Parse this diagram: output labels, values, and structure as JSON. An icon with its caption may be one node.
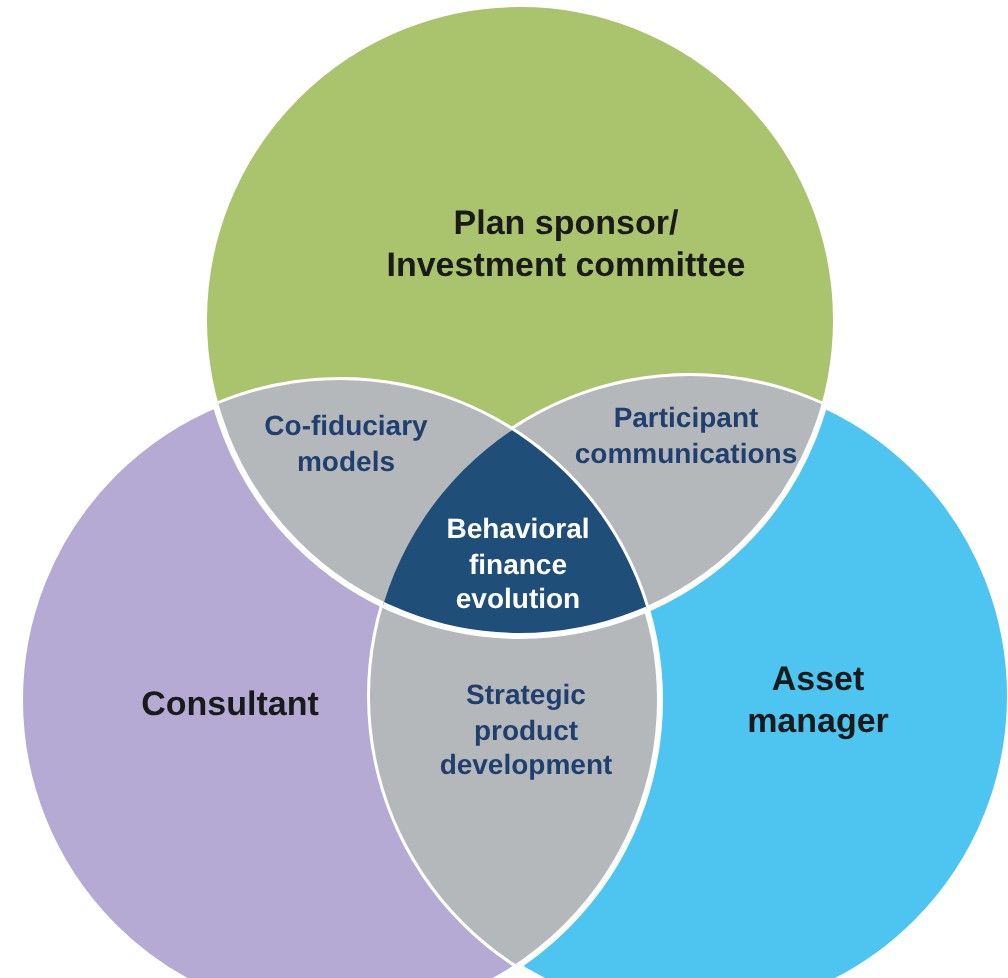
{
  "diagram": {
    "nodes": [
      {
        "text": [
          "Plan sponsor/ Investment committee"
        ]
      },
      {
        "text": [
          "Co-fiduciary models"
        ]
      },
      {
        "text": [
          "Participant communications"
        ]
      },
      {
        "text": [
          "Behavioral finance evolution"
        ]
      },
      {
        "text": [
          "Consultant"
        ]
      },
      {
        "text": [
          "Strategic product development"
        ]
      },
      {
        "text": [
          "Asset manager"
        ]
      }
    ]
  }
}
